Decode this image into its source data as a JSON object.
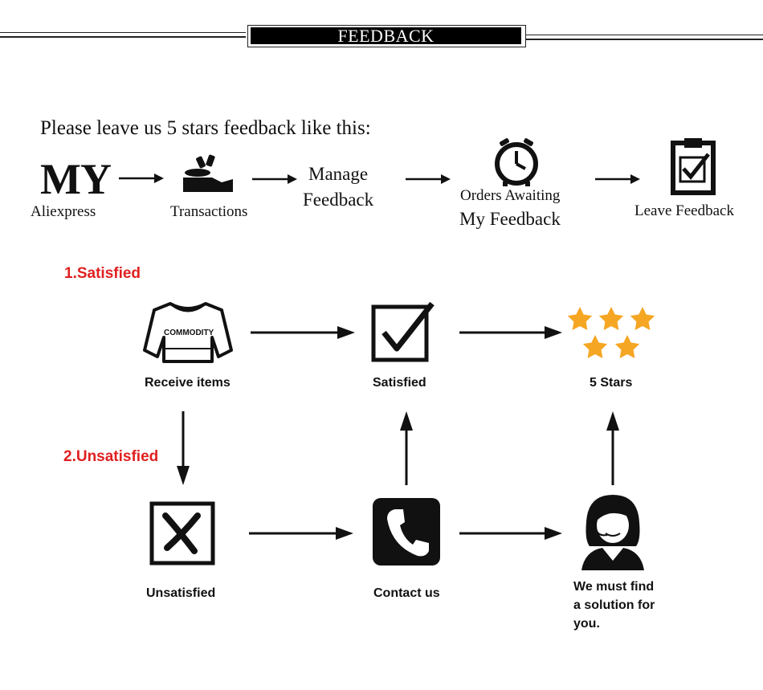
{
  "header": {
    "title": "FEEDBACK"
  },
  "intro": {
    "text": "Please leave us 5 stars feedback like this:"
  },
  "steps": {
    "my": "MY",
    "aliexpress": "Aliexpress",
    "transactions": "Transactions",
    "manage_line1": "Manage",
    "manage_line2": "Feedback",
    "orders_line1": "Orders Awaiting",
    "orders_line2": "My Feedback",
    "leave": "Leave Feedback"
  },
  "flow": {
    "satisfied_heading": "1.Satisfied",
    "unsatisfied_heading": "2.Unsatisfied",
    "commodity": "COMMODITY",
    "receive_items": "Receive items",
    "satisfied": "Satisfied",
    "five_stars": "5  Stars",
    "unsatisfied": "Unsatisfied",
    "contact_us": "Contact us",
    "solution_line1": "We must find",
    "solution_line2": "a solution for",
    "solution_line3": "you."
  },
  "colors": {
    "accent_red": "#e02020",
    "star": "#f5a623"
  }
}
